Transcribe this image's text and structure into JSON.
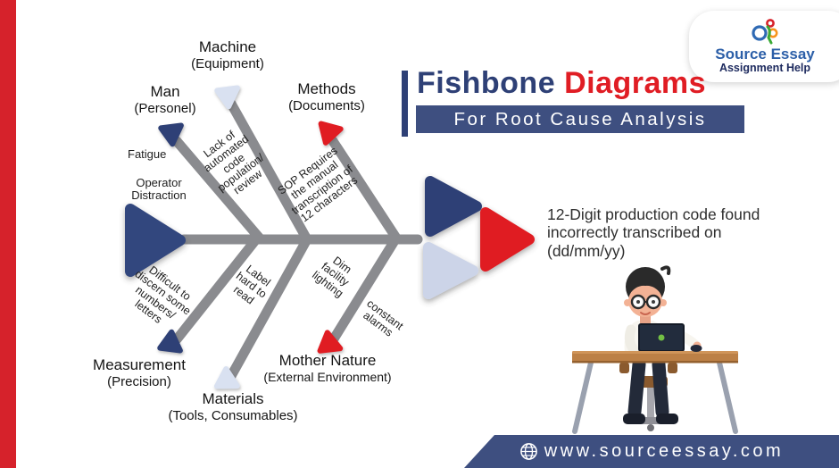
{
  "brand": {
    "name": "Source Essay",
    "tagline": "Assignment Help"
  },
  "header": {
    "title_navy": "Fishbone",
    "title_red": "Diagrams",
    "subtitle": "For Root Cause Analysis"
  },
  "fishbone": {
    "effect": "12-Digit production code found incorrectly transcribed on (dd/mm/yy)",
    "categories": [
      {
        "label": "Man",
        "sublabel": "(Personel)"
      },
      {
        "label": "Machine",
        "sublabel": "(Equipment)"
      },
      {
        "label": "Methods",
        "sublabel": "(Documents)"
      },
      {
        "label": "Measurement",
        "sublabel": "(Precision)"
      },
      {
        "label": "Materials",
        "sublabel": "(Tools, Consumables)"
      },
      {
        "label": "Mother Nature",
        "sublabel": "(External Environment)"
      }
    ],
    "causes": {
      "fatigue": "Fatigue",
      "operator_distraction": "Operator Distraction",
      "lack_auto": "Lack of automated code population/ review",
      "sop": "SOP Requires the manual transcription of 12 characters",
      "difficult": "Difficult to discern some numbers/ letters",
      "label_hard": "Label hard to read",
      "dim_lighting": "Dim facility lighting",
      "alarms": "constant alarms"
    }
  },
  "footer": {
    "website": "www.sourceessay.com"
  },
  "icons": {
    "footer_globe": "globe-icon",
    "logo_mark": "source-essay-logo-icon"
  },
  "colors": {
    "navy": "#2e4076",
    "red": "#e01d24",
    "accent_red_bar": "#d6222b",
    "banner_blue": "#3e4f80",
    "bone_gray": "#8a8b8f",
    "light_arrow": "#ccd4e8"
  }
}
